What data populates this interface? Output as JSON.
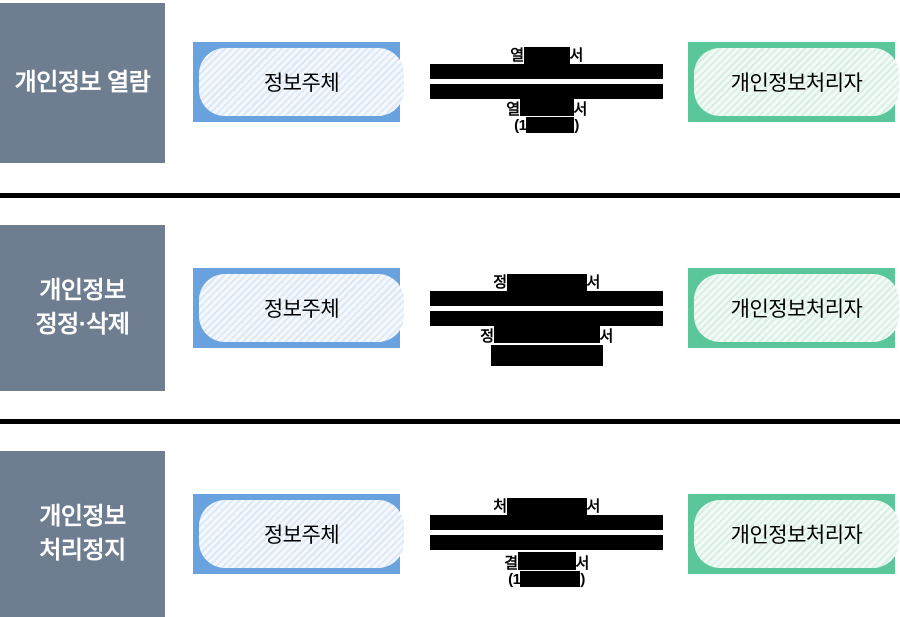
{
  "diagram": {
    "title_semantic": "personal-information-rights-process-diagram",
    "colors": {
      "label_bg": "#6e7e90",
      "label_text": "#ffffff",
      "subject_border": "#68a3df",
      "subject_fill": "#f4f8fd",
      "subject_stripe": "#dde8f6",
      "processor_border": "#5ac79a",
      "processor_fill": "#f2faf5",
      "processor_stripe": "#d9efe3",
      "bar": "#000000",
      "node_text": "#000000"
    },
    "rows": [
      {
        "label_line1": "개인정보 열람",
        "label_line2": "",
        "subject": "정보주체",
        "processor": "개인정보처리자",
        "middle": {
          "l1_left": "열",
          "l1_right": "서",
          "l2_left": "열",
          "l2_right": "서",
          "l3_left": "(1",
          "l3_right": ")"
        }
      },
      {
        "label_line1": "개인정보",
        "label_line2": "정정·삭제",
        "subject": "정보주체",
        "processor": "개인정보처리자",
        "middle": {
          "l1_left": "정",
          "l1_right": "서",
          "l2_left": "정",
          "l2_right": "서"
        }
      },
      {
        "label_line1": "개인정보",
        "label_line2": "처리정지",
        "subject": "정보주체",
        "processor": "개인정보처리자",
        "middle": {
          "l1_left": "처",
          "l1_right": "서",
          "l2_left": "결",
          "l2_right": "서",
          "l3_left": "(1",
          "l3_right": ")"
        }
      }
    ]
  }
}
